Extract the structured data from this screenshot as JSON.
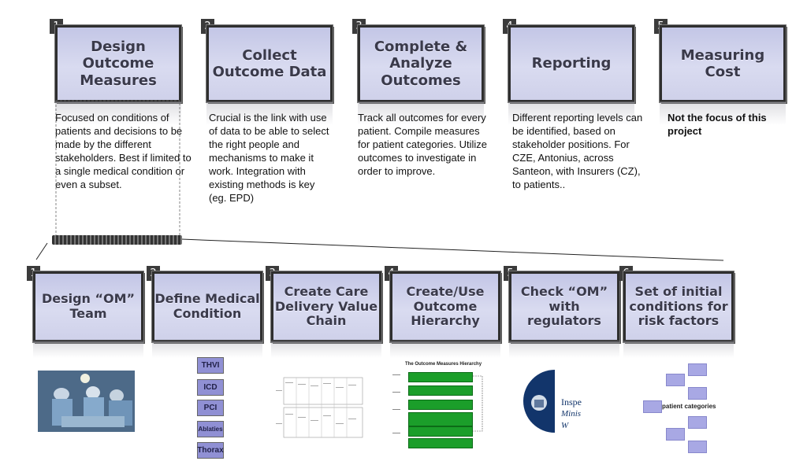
{
  "top_steps": [
    {
      "num": "1",
      "title": "Design\nOutcome\nMeasures",
      "desc": "Focused on conditions of patients and decisions to be made by the different stakeholders. Best if limited to a single medical condition or even a subset."
    },
    {
      "num": "2",
      "title": "Collect\nOutcome Data",
      "desc": "Crucial is the link with use of data to be able to select the right people and mechanisms to make it work. Integration with existing methods is key (eg. EPD)"
    },
    {
      "num": "3",
      "title": "Complete &\nAnalyze\nOutcomes",
      "desc": "Track all outcomes for every patient. Compile measures for patient categories. Utilize outcomes to investigate in order to improve."
    },
    {
      "num": "4",
      "title": "Reporting",
      "desc": "Different reporting levels can be identified, based on stakeholder positions. For CZE, Antonius, across Santeon, with Insurers (CZ), to patients.."
    },
    {
      "num": "5",
      "title": "Measuring Cost",
      "desc": "Not the focus of this project"
    }
  ],
  "bottom_steps": [
    {
      "num": "1",
      "title": "Design “OM”\nTeam"
    },
    {
      "num": "2",
      "title": "Define Medical\nCondition"
    },
    {
      "num": "3",
      "title": "Create Care\nDelivery Value\nChain"
    },
    {
      "num": "4",
      "title": "Create/Use\nOutcome\nHierarchy"
    },
    {
      "num": "5",
      "title": "Check “OM”\nwith regulators"
    },
    {
      "num": "6",
      "title": "Set of initial\nconditions for\nrisk factors"
    }
  ],
  "conditions": [
    "THVI",
    "ICD",
    "PCI",
    "Ablaties",
    "Thorax"
  ],
  "hierarchy_title": "The Outcome Measures Hierarchy",
  "inspectorate_text": [
    "Inspe",
    "Minis",
    "W"
  ],
  "patient_categories_label": "patient categories",
  "colors": {
    "card": "#cfd1ea",
    "border": "#2f2f2f",
    "condition": "#9090d4",
    "hierarchy": "#1b9e2a"
  }
}
